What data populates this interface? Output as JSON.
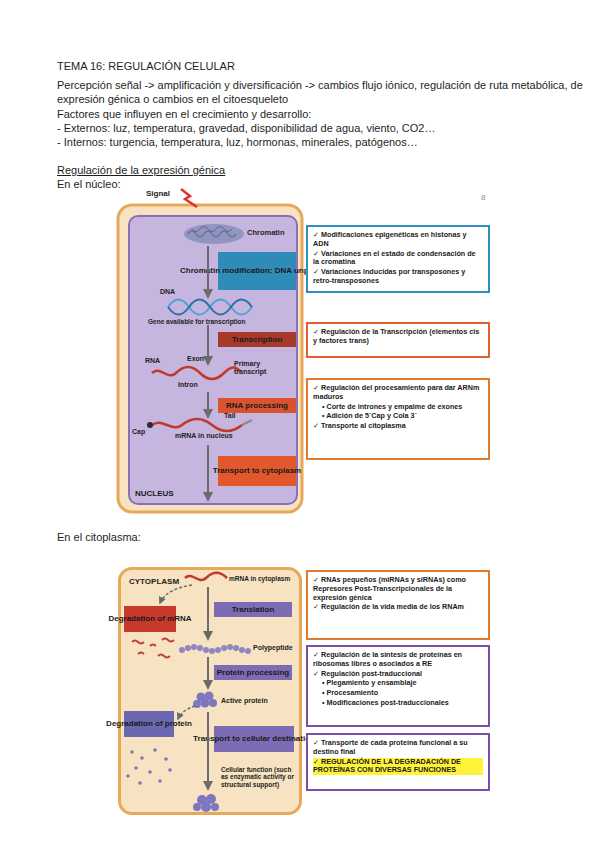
{
  "diagram": {
    "title": "TEMA 16: REGULACIÓN CELULAR",
    "nodes": [
      {
        "text": [
          "NUCLEUS"
        ]
      },
      {
        "text": [
          "Chromatin modification: DNA unpacking"
        ],
        "in": 0
      },
      {
        "text": [
          "Transcription"
        ],
        "in": 0
      },
      {
        "text": [
          "RNA processing"
        ],
        "in": 0
      },
      {
        "text": [
          "Transport to cytoplasm"
        ],
        "in": 0
      },
      {
        "text": [
          "✓ Modificaciones epigenéticas en histonas y ADN",
          "✓ Variaciones en el estado de condensación de la cromatina",
          "✓ Variaciones inducidas por transposones y retro-transposones"
        ]
      },
      {
        "text": [
          "✓ Regulación de la Transcripción (elementos cis y factores trans)"
        ]
      },
      {
        "text": [
          "✓ Regulación del procesamiento para dar ARNm maduros",
          "• Corte de intrones y empalme de exones",
          "• Adición de 5´Cap y Cola 3´",
          "✓ Transporte al citoplasma"
        ]
      },
      {
        "text": [
          "CYTOPLASM"
        ]
      },
      {
        "text": [
          "Degradation of mRNA"
        ],
        "in": 8
      },
      {
        "text": [
          "Translation"
        ],
        "in": 8
      },
      {
        "text": [
          "Protein processing"
        ],
        "in": 8
      },
      {
        "text": [
          "Degradation of protein"
        ],
        "in": 8
      },
      {
        "text": [
          "Transport to cellular destination"
        ],
        "in": 8
      },
      {
        "text": [
          "✓ RNAs pequeños (miRNAs y siRNAs) como Represores Post-Transcripcionales de la expresión génica",
          "✓ Regulación de la vida media de los RNAm"
        ]
      },
      {
        "text": [
          "✓ Regulación de la síntesis de proteínas en ribosomas libres o asociados a RE",
          "✓ Regulación post-traduccional",
          "• Plegamiento y ensamblaje",
          "• Procesamiento",
          "• Modificaciones post-traduccionales"
        ]
      },
      {
        "text": [
          "✓ Transporte de cada proteína funcional a su destino final",
          "✓ REGULACIÓN DE LA DEGRADACIÓN DE PROTEÍNAS CON DIVERSAS FUNCIONES"
        ]
      }
    ],
    "labels": [
      "Percepción señal -> amplificación y diversificación -> cambios flujo iónico, regulación de ruta metabólica, de expresión génica o cambios en el citoesqueleto",
      "Factores que influyen en el crecimiento y desarrollo:",
      "- Externos: luz, temperatura, gravedad, disponibilidad de agua, viento, CO2…",
      "- Internos: turgencia, temperatura, luz, hormonas, minerales, patógenos…",
      "Regulación de la expresión génica",
      "En el núcleo:",
      "Signal",
      "8",
      "Chromatin",
      "DNA",
      "Gene available for transcription",
      "RNA",
      "Exon",
      "Primary transcript",
      "Intron",
      "Tail",
      "Cap",
      "mRNA in nucleus",
      "En el citoplasma:",
      "mRNA in cytoplasm",
      "Polypeptide",
      "Active protein",
      "Cellular function (such as enzymatic activity or structural support)"
    ]
  }
}
